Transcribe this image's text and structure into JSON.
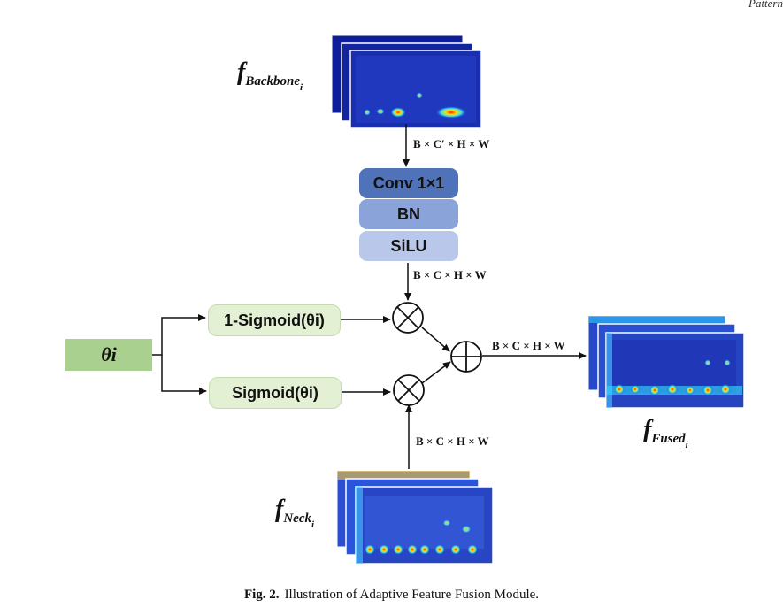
{
  "header_fragment": "Pattern",
  "features": {
    "backbone": {
      "symbol": "f",
      "subscript": "Backbone",
      "index": "i"
    },
    "neck": {
      "symbol": "f",
      "subscript": "Neck",
      "index": "i"
    },
    "fused": {
      "symbol": "f",
      "subscript": "Fused",
      "index": "i"
    }
  },
  "blocks": {
    "conv": "Conv 1×1",
    "bn": "BN",
    "silu": "SiLU",
    "one_minus_sigmoid": "1-Sigmoid(θi)",
    "sigmoid": "Sigmoid(θi)",
    "theta": "θi"
  },
  "dims": {
    "backbone_out": "B × C′ × H × W",
    "silu_out": "B × C × H × W",
    "fused_in": "B × C × H × W",
    "neck_out": "B × C × H × W"
  },
  "operators": {
    "multiply": "⊗",
    "add": "⊕"
  },
  "caption": {
    "label": "Fig. 2.",
    "text": "Illustration of Adaptive Feature Fusion Module."
  },
  "colors": {
    "conv": "#4f72b8",
    "bn": "#8aa3d8",
    "silu": "#b9c8ea",
    "sigmoid_box": "#e3f0d3",
    "theta_box": "#a9d08e",
    "heatmap_base": "#1a2fb0"
  }
}
